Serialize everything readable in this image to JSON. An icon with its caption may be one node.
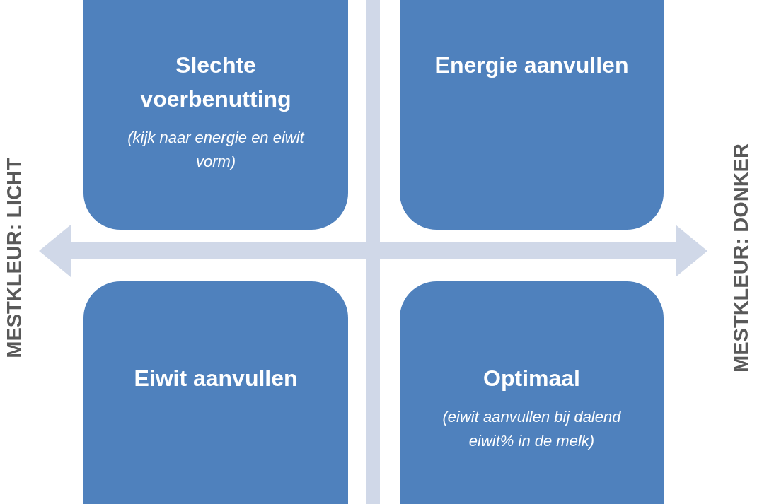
{
  "diagram": {
    "nodes": [
      {
        "text": [
          "Slechte voerbenutting",
          "(kijk naar energie en eiwit vorm)"
        ]
      },
      {
        "text": [
          "Energie aanvullen"
        ]
      },
      {
        "text": [
          "Eiwit aanvullen"
        ]
      },
      {
        "text": [
          "Optimaal",
          "(eiwit aanvullen bij dalend eiwit% in de melk)"
        ]
      }
    ],
    "labels": [
      "MESTKLEUR: LICHT",
      "MESTKLEUR: DONKER"
    ]
  }
}
